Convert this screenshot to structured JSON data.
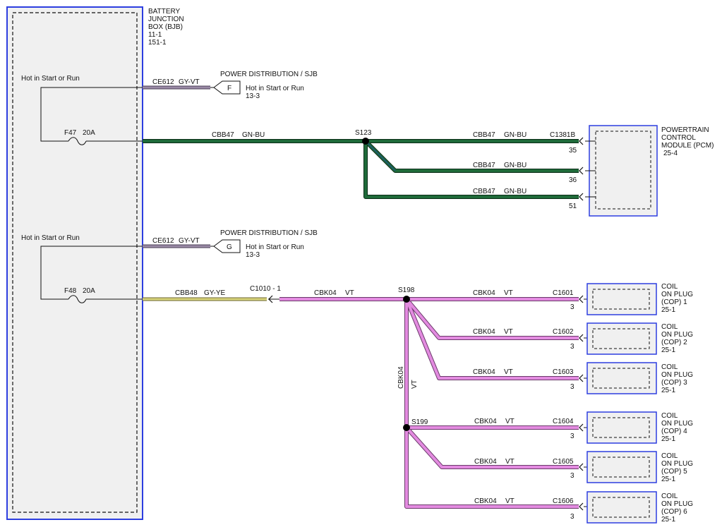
{
  "colors": {
    "box_border": "#2d3ee0",
    "box_fill": "#f0f0f0",
    "wire_green_fill": "#1f6b3a",
    "wire_green_edge": "#0b2d17",
    "wire_green_stripe": "#1a4d8a",
    "wire_violet_fill": "#e38be0",
    "wire_violet_edge": "#6b3a6b",
    "wire_gyvt_fill": "#9a8aa6",
    "wire_gyye_fill": "#d8d47a"
  },
  "bjb": {
    "title_lines": [
      "BATTERY",
      "JUNCTION",
      "BOX (BJB)",
      "11-1",
      "151-1"
    ],
    "hot1": "Hot in Start or Run",
    "fuse1": {
      "id": "F47",
      "rating": "20A"
    },
    "hot2": "Hot in Start or Run",
    "fuse2": {
      "id": "F48",
      "rating": "20A"
    }
  },
  "power_dist": [
    {
      "title": "POWER DISTRIBUTION / SJB",
      "wire": "CE612",
      "color": "GY-VT",
      "pin": "F",
      "note": "Hot in Start or Run",
      "ref": "13-3"
    },
    {
      "title": "POWER DISTRIBUTION / SJB",
      "wire": "CE612",
      "color": "GY-VT",
      "pin": "G",
      "note": "Hot in Start or Run",
      "ref": "13-3"
    }
  ],
  "pcm_circuit": {
    "main_wire": "CBB47",
    "main_color": "GN-BU",
    "splice": "S123",
    "connector": "C1381B",
    "branches": [
      {
        "wire": "CBB47",
        "color": "GN-BU",
        "pin": "35"
      },
      {
        "wire": "CBB47",
        "color": "GN-BU",
        "pin": "36"
      },
      {
        "wire": "CBB47",
        "color": "GN-BU",
        "pin": "51"
      }
    ],
    "module_lines": [
      "POWERTRAIN",
      "CONTROL",
      "MODULE (PCM)",
      "25-4"
    ]
  },
  "coil_circuit": {
    "feed_wire": "CBB48",
    "feed_color": "GY-YE",
    "inline_connector": "C1010 - 1",
    "main_wire": "CBK04",
    "main_color": "VT",
    "splice1": "S198",
    "splice2": "S199",
    "vertical_wire": "CBK04",
    "vertical_color": "VT",
    "coils": [
      {
        "wire": "CBK04",
        "color": "VT",
        "connector": "C1601",
        "pin": "3",
        "lines": [
          "COIL",
          "ON PLUG",
          "(COP) 1",
          "25-1"
        ]
      },
      {
        "wire": "CBK04",
        "color": "VT",
        "connector": "C1602",
        "pin": "3",
        "lines": [
          "COIL",
          "ON PLUG",
          "(COP) 2",
          "25-1"
        ]
      },
      {
        "wire": "CBK04",
        "color": "VT",
        "connector": "C1603",
        "pin": "3",
        "lines": [
          "COIL",
          "ON PLUG",
          "(COP) 3",
          "25-1"
        ]
      },
      {
        "wire": "CBK04",
        "color": "VT",
        "connector": "C1604",
        "pin": "3",
        "lines": [
          "COIL",
          "ON PLUG",
          "(COP) 4",
          "25-1"
        ]
      },
      {
        "wire": "CBK04",
        "color": "VT",
        "connector": "C1605",
        "pin": "3",
        "lines": [
          "COIL",
          "ON PLUG",
          "(COP) 5",
          "25-1"
        ]
      },
      {
        "wire": "CBK04",
        "color": "VT",
        "connector": "C1606",
        "pin": "3",
        "lines": [
          "COIL",
          "ON PLUG",
          "(COP) 6",
          "25-1"
        ]
      }
    ]
  }
}
